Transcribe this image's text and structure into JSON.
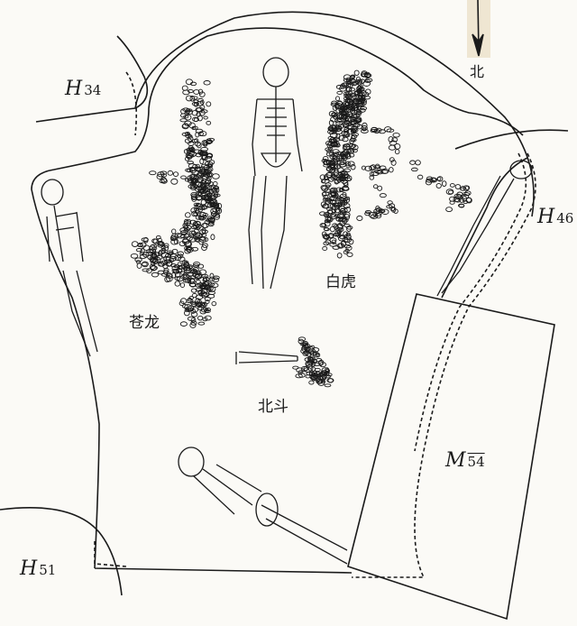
{
  "north": {
    "label": "北",
    "icon": "north-arrow-icon"
  },
  "features": {
    "h34": {
      "letter": "H",
      "number": "34"
    },
    "h46": {
      "letter": "H",
      "number": "46"
    },
    "h51": {
      "letter": "H",
      "number": "51"
    },
    "m54": {
      "letter": "M",
      "number": "54"
    }
  },
  "figures": {
    "dragon": "苍龙",
    "tiger": "白虎",
    "dipper": "北斗"
  },
  "colors": {
    "ink": "#1a1a1a",
    "paper": "#fbfaf6"
  }
}
